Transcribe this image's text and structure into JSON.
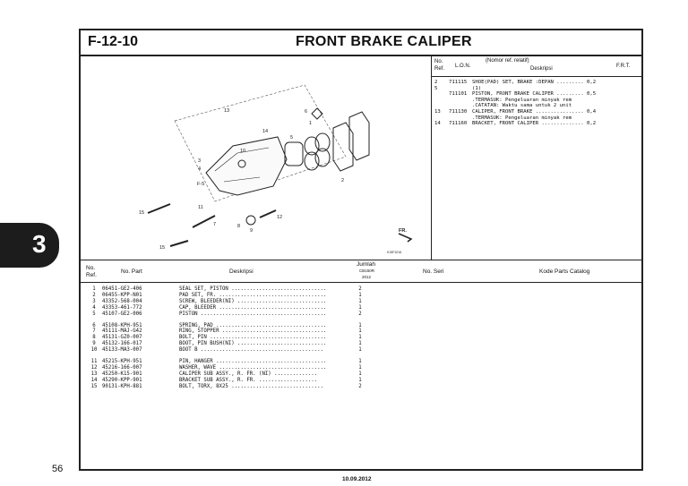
{
  "header": {
    "code": "F-12-10",
    "title": "FRONT BRAKE CALIPER"
  },
  "side_tab": {
    "number": "3"
  },
  "page_number": "56",
  "footer": {
    "date": "10.09.2012"
  },
  "illustration": {
    "callouts": [
      "13",
      "6",
      "1",
      "14",
      "5",
      "10",
      "3",
      "4",
      "2",
      "F-5",
      "11",
      "15",
      "7",
      "8",
      "12",
      "9",
      "15"
    ],
    "fr_mark": "FR.",
    "code": "K15F1016"
  },
  "ref_table": {
    "col_no": "No.",
    "col_ref": "Ref.",
    "col_lon": "L.O.N.",
    "col_note": "(Nomor ref. relatif)",
    "col_desc": "Deskripsi",
    "col_frt": "F.R.T.",
    "rows": [
      {
        "ref": "2",
        "lon": "711115",
        "desc": "SHOE(PAD) SET, BRAKE :DEPAN ......... 0,2"
      },
      {
        "ref": "5",
        "lon": "",
        "desc": "(1)"
      },
      {
        "ref": "",
        "lon": "711101",
        "desc": "PISTON, FRONT BRAKE CALIPER ......... 0,5"
      },
      {
        "ref": "",
        "lon": "",
        "desc": ".TERMASUK: Pengeluaran minyak rem"
      },
      {
        "ref": "",
        "lon": "",
        "desc": ".CATATAN: Waktu sama untuk 2 unit"
      },
      {
        "ref": "13",
        "lon": "711130",
        "desc": "CALIPER, FRONT BRAKE ................ 0,4"
      },
      {
        "ref": "",
        "lon": "",
        "desc": ".TERMASUK: Pengeluaran minyak rem"
      },
      {
        "ref": "14",
        "lon": "711160",
        "desc": "BRACKET, FRONT CALIPER .............. 0,2"
      }
    ]
  },
  "parts_table": {
    "col_no": "No.",
    "col_ref": "Ref.",
    "col_part": "No. Part",
    "col_desc": "Deskripsi",
    "col_qty": "Jumlah",
    "col_model": "CB150R",
    "col_year": "2012",
    "col_serial": "No. Seri",
    "col_catalog": "Kode Parts Catalog",
    "groups": [
      [
        {
          "no": "1",
          "part": "06451-GE2-406",
          "desc": "SEAL SET, PISTON ...............................",
          "qty": "2"
        },
        {
          "no": "2",
          "part": "06455-KPP-N01",
          "desc": "PAD SET, FR. ...................................",
          "qty": "1"
        },
        {
          "no": "3",
          "part": "43352-568-004",
          "desc": "SCREW, BLEEDER(NI) .............................",
          "qty": "1"
        },
        {
          "no": "4",
          "part": "43353-461-772",
          "desc": "CAP, BLEEDER ...................................",
          "qty": "1"
        },
        {
          "no": "5",
          "part": "45107-GE2-006",
          "desc": "PISTON .........................................",
          "qty": "2"
        }
      ],
      [
        {
          "no": "6",
          "part": "45108-KPH-951",
          "desc": "SPRING, PAD ....................................",
          "qty": "1"
        },
        {
          "no": "7",
          "part": "45111-MAJ-G42",
          "desc": "RING, STOPPER ..................................",
          "qty": "1"
        },
        {
          "no": "8",
          "part": "45131-GZ0-007",
          "desc": "BOLT, PIN ......................................",
          "qty": "1"
        },
        {
          "no": "9",
          "part": "45132-166-017",
          "desc": "BOOT, PIN BUSH(NI) .............................",
          "qty": "1"
        },
        {
          "no": "10",
          "part": "45133-MA3-007",
          "desc": "BOOT B ........................................",
          "qty": "1"
        }
      ],
      [
        {
          "no": "11",
          "part": "45215-KPH-951",
          "desc": "PIN, HANGER ....................................",
          "qty": "1"
        },
        {
          "no": "12",
          "part": "45216-166-007",
          "desc": "WASHER, WAVE ...................................",
          "qty": "1"
        },
        {
          "no": "13",
          "part": "45250-K15-901",
          "desc": "CALIPER SUB ASSY., R. FR. (NI) ..............",
          "qty": "1"
        },
        {
          "no": "14",
          "part": "45290-KPP-901",
          "desc": "BRACKET SUB ASSY., R. FR. ...................",
          "qty": "1"
        },
        {
          "no": "15",
          "part": "90131-KPH-881",
          "desc": "BOLT, TORX, 8X25 ..............................",
          "qty": "2"
        }
      ]
    ]
  }
}
